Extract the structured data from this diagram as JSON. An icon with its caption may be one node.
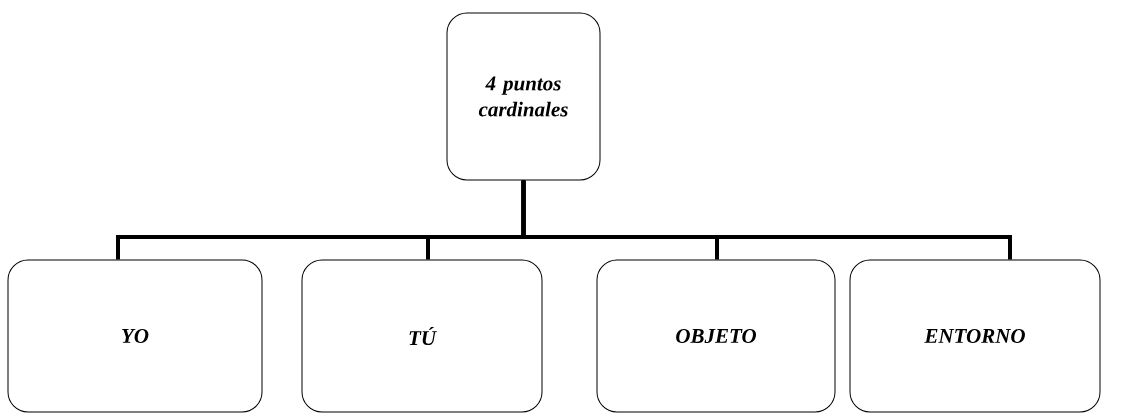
{
  "diagram": {
    "nodes": [
      {
        "text": [
          "4 puntos cardinales"
        ]
      },
      {
        "text": [
          "YO"
        ]
      },
      {
        "text": [
          "TÚ"
        ]
      },
      {
        "text": [
          "OBJETO"
        ]
      },
      {
        "text": [
          "ENTORNO"
        ]
      }
    ],
    "edges": [
      {
        "from": 0,
        "to": 1,
        "arrow": "none"
      },
      {
        "from": 0,
        "to": 2,
        "arrow": "none"
      },
      {
        "from": 0,
        "to": 3,
        "arrow": "none"
      },
      {
        "from": 0,
        "to": 4,
        "arrow": "none"
      }
    ]
  }
}
